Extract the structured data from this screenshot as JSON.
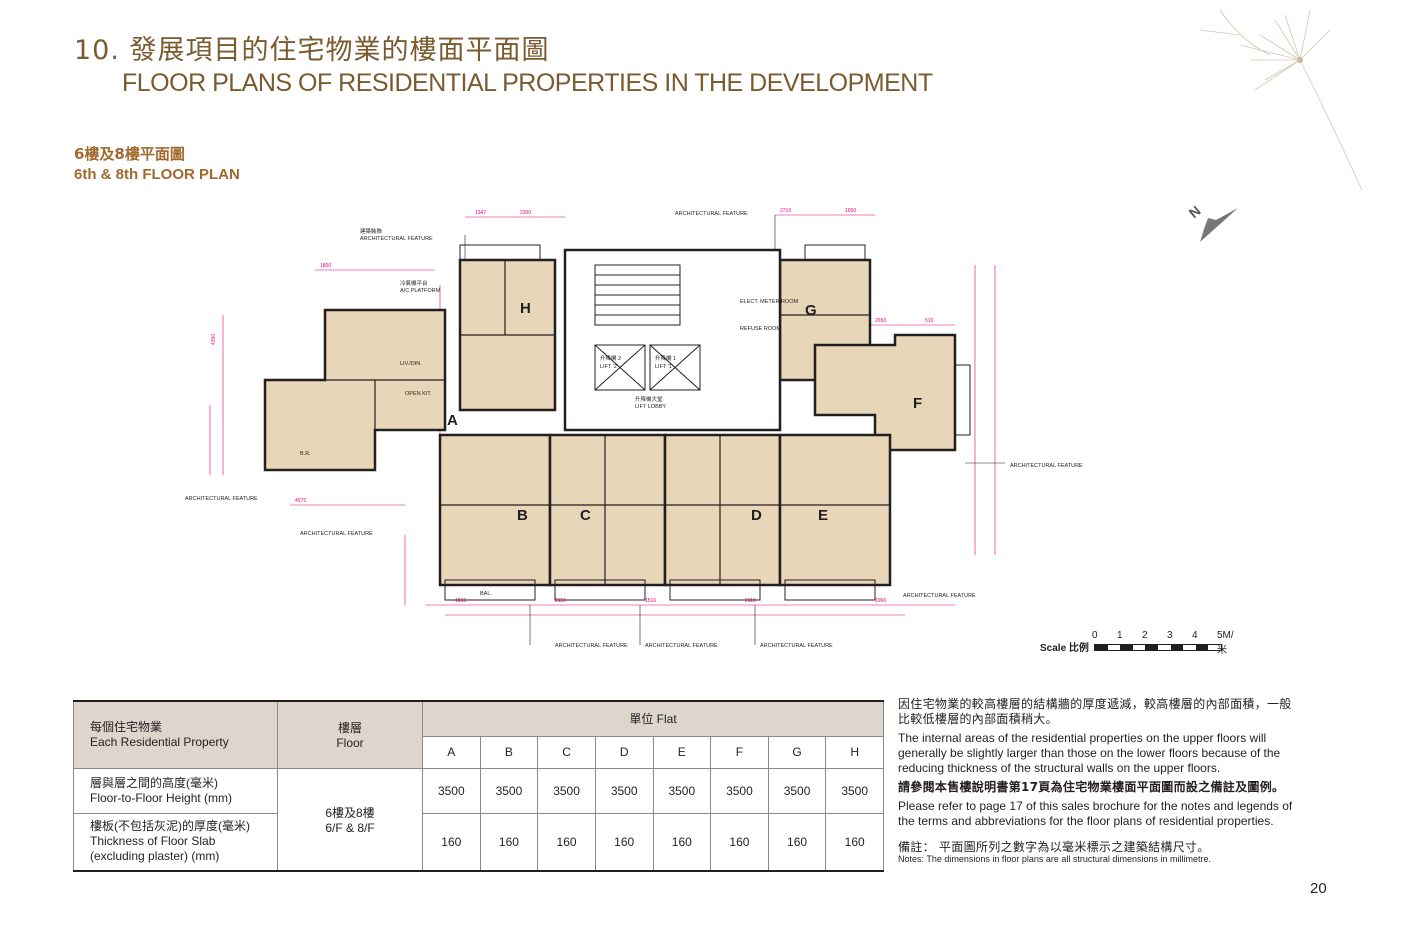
{
  "heading": {
    "zh": "10. 發展項目的住宅物業的樓面平面圖",
    "en": "FLOOR PLANS OF RESIDENTIAL PROPERTIES IN THE DEVELOPMENT"
  },
  "subheading": {
    "zh": "6樓及8樓平面圖",
    "en": "6th & 8th FLOOR PLAN"
  },
  "plan": {
    "flats": [
      "A",
      "B",
      "C",
      "D",
      "E",
      "F",
      "G",
      "H"
    ],
    "lift_1": "升降機 1",
    "lift_1_en": "LIFT '1'",
    "lift_2": "升降機 2",
    "lift_2_en": "LIFT '2'",
    "lift_lobby_zh": "升降機大堂",
    "lift_lobby_en": "LIFT LOBBY",
    "arch_feature_zh": "建築裝飾",
    "arch_feature_en": "ARCHITECTURAL FEATURE",
    "ac_platform_zh": "冷氣機平台",
    "ac_platform_en": "A/C PLATFORM",
    "open_kit": "OPEN KIT.",
    "liv_din": "LIV./DIN.",
    "bal": "BAL.",
    "br": "B.R.",
    "refuse_room": "REFUSE ROOM",
    "elect_meter_room": "ELECT. METER ROOM",
    "colors": {
      "unit_fill": "#e8d6b8",
      "dimension": "#e8007e",
      "wall": "#231f20"
    }
  },
  "scale": {
    "label": "Scale 比例",
    "ticks": [
      "0",
      "1",
      "2",
      "3",
      "4",
      "5M/米"
    ]
  },
  "table": {
    "row_header_zh": "每個住宅物業",
    "row_header_en": "Each Residential Property",
    "floor_header_zh": "樓層",
    "floor_header_en": "Floor",
    "flat_header": "單位 Flat",
    "flats": [
      "A",
      "B",
      "C",
      "D",
      "E",
      "F",
      "G",
      "H"
    ],
    "rows": [
      {
        "label_zh": "層與層之間的高度(毫米)",
        "label_en": "Floor-to-Floor Height (mm)",
        "values": [
          "3500",
          "3500",
          "3500",
          "3500",
          "3500",
          "3500",
          "3500",
          "3500"
        ]
      },
      {
        "label_zh": "樓板(不包括灰泥)的厚度(毫米)",
        "label_en1": "Thickness of Floor Slab",
        "label_en2": "(excluding plaster) (mm)",
        "values": [
          "160",
          "160",
          "160",
          "160",
          "160",
          "160",
          "160",
          "160"
        ]
      }
    ],
    "floor_value_zh": "6樓及8樓",
    "floor_value_en": "6/F & 8/F"
  },
  "notes": {
    "p1_zh": "因住宅物業的較高樓層的結構牆的厚度遞減，較高樓層的內部面積，一般比較低樓層的內部面積稍大。",
    "p1_en": "The internal areas of the residential properties on the upper floors will generally be slightly larger than those on the lower floors because of the reducing thickness of the structural walls on the upper floors.",
    "p2_zh": "請參閱本售樓說明書第17頁為住宅物業樓面平面圖而設之備註及圖例。",
    "p2_en": "Please refer to page 17 of this sales brochure for the notes and legends of the terms and abbreviations for the floor plans of residential properties.",
    "remark_zh": "備註： 平面圖所列之數字為以毫米標示之建築結構尺寸。",
    "remark_en": "Notes:   The dimensions in floor plans are all structural dimensions in millimetre."
  },
  "page_number": "20"
}
